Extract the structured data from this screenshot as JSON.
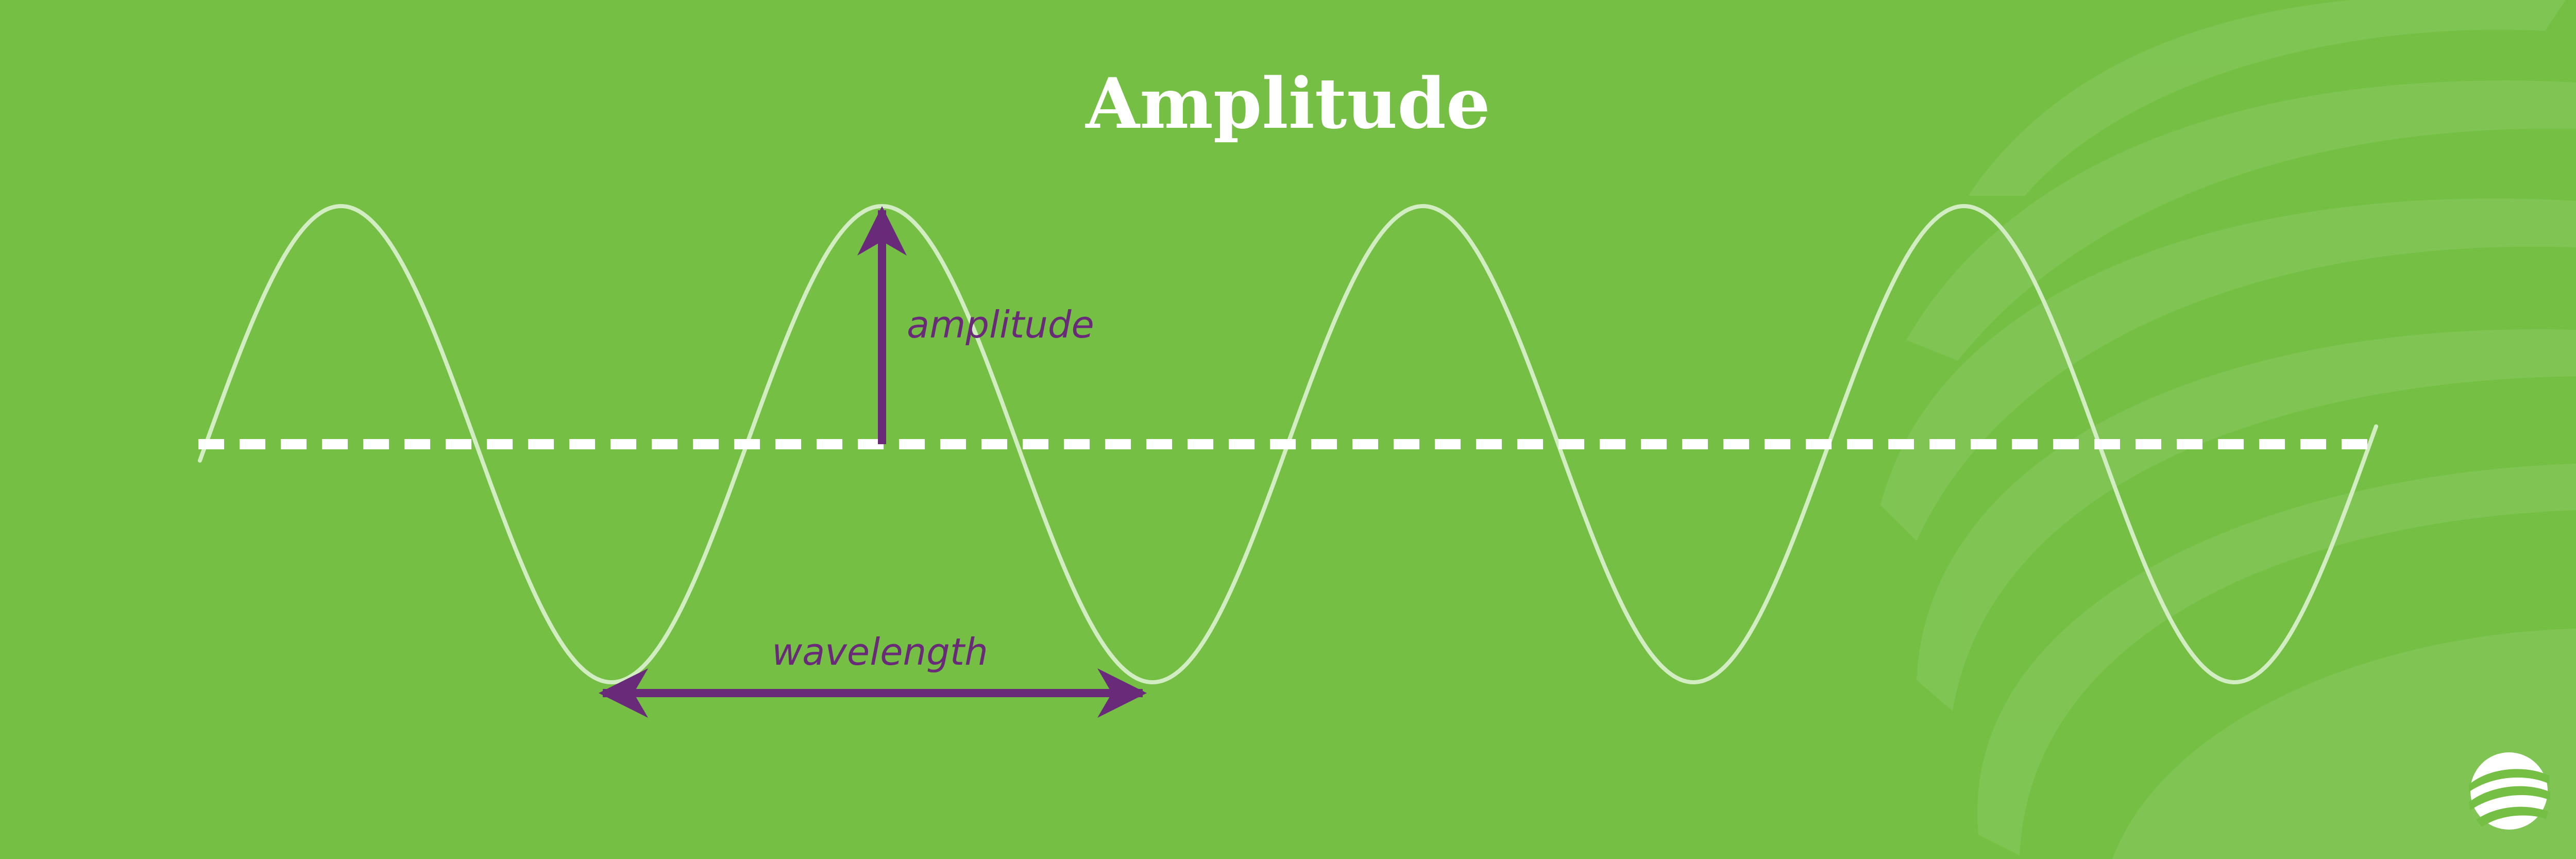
{
  "title": "Amplitude",
  "labels": {
    "amplitude": "amplitude",
    "wavelength": "wavelength"
  },
  "colors": {
    "background": "#74bf44",
    "wave": "#d3edc2",
    "baseline": "#ffffff",
    "annotation": "#6a2a7a",
    "title": "#ffffff",
    "decoration": "#8fcc68"
  },
  "icons": {
    "logo": "globe-swirl-logo"
  }
}
